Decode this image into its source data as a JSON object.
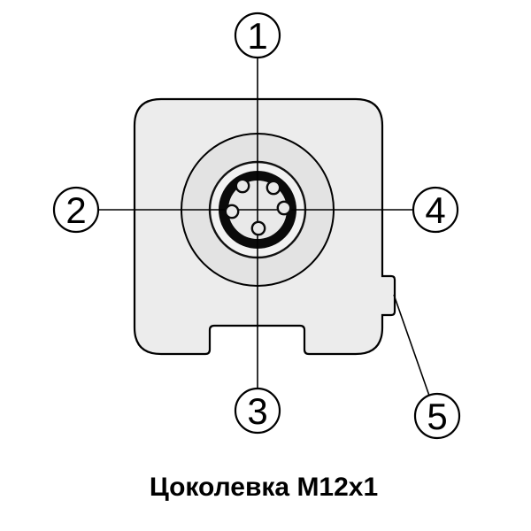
{
  "title": "Цоколевка M12x1",
  "callouts": [
    {
      "id": 1,
      "label": "1",
      "points_to": "top-contact-axis"
    },
    {
      "id": 2,
      "label": "2",
      "points_to": "left-contact-axis"
    },
    {
      "id": 3,
      "label": "3",
      "points_to": "bottom-contact-axis"
    },
    {
      "id": 4,
      "label": "4",
      "points_to": "right-contact-axis"
    },
    {
      "id": 5,
      "label": "5",
      "points_to": "side-tab"
    }
  ],
  "colors": {
    "background": "#ffffff",
    "outline": "#000000",
    "body_fill": "#ececec",
    "flange_fill": "#e3e3e3",
    "insert_fill": "#f2f2f2",
    "face_fill": "#e9e9e9",
    "ring_color": "#0a0a0a",
    "callout_fill": "#ffffff"
  }
}
